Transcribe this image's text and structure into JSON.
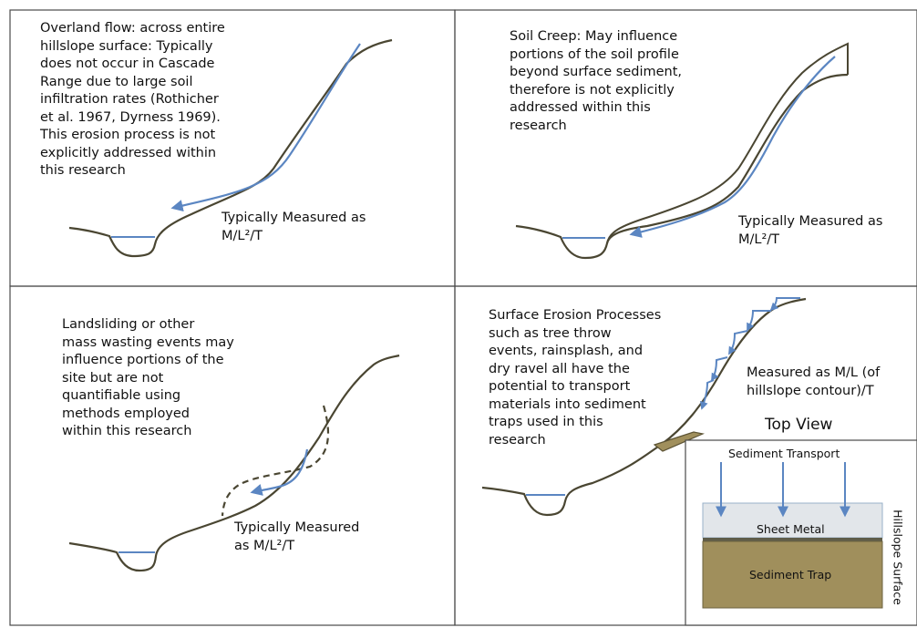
{
  "panels": [
    {
      "description": "Overland flow:  across entire\nhillslope surface: Typically\ndoes not occur in Cascade\nRange due to large soil\ninfiltration rates (Rothicher\net al. 1967, Dyrness 1969).\nThis erosion process is not\nexplicitly addressed within\nthis research",
      "measure_prefix": "Typically Measured as",
      "measure_unit": "M/L²/T"
    },
    {
      "description": "Soil Creep: May influence\nportions of the soil profile\nbeyond surface sediment,\ntherefore is not explicitly\naddressed within this\nresearch",
      "measure_prefix": "Typically Measured as",
      "measure_unit": "M/L²/T"
    },
    {
      "description": "Landsliding or other\nmass wasting events may\ninfluence portions of the\nsite but are not\nquantifiable using\nmethods employed\nwithin this research",
      "measure_prefix": "Typically Measured",
      "measure_unit": "as M/L²/T"
    },
    {
      "description": "Surface Erosion Processes\nsuch as tree throw\nevents, rainsplash, and\ndry ravel all have the\npotential to transport\nmaterials into sediment\ntraps  used in this\nresearch",
      "measure_prefix": "Measured as M/L (of",
      "measure_unit": "hillslope contour)/T"
    }
  ],
  "top_view": {
    "title": "Top View",
    "sediment_transport": "Sediment Transport",
    "sheet_metal": "Sheet Metal",
    "sediment_trap": "Sediment Trap",
    "hillslope_surface": "Hillslope Surface"
  },
  "colors": {
    "slope_line": "#4a4632",
    "flow_arrow": "#5b86c2",
    "trap_fill": "#a08f5c",
    "sheet_metal": "#e2e6ea",
    "panel_border": "#4a4a4a"
  }
}
